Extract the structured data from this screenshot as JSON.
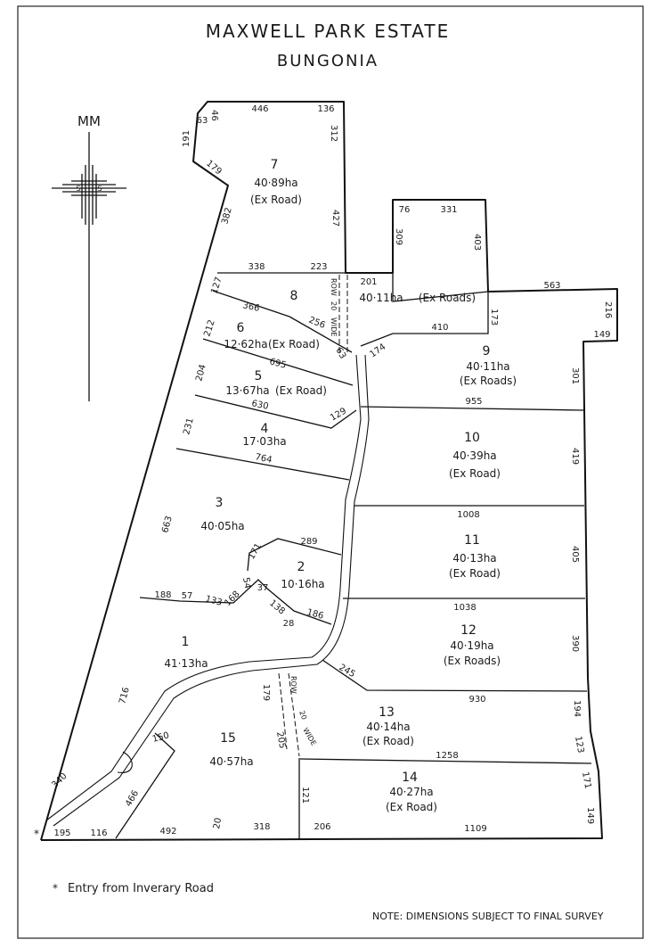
{
  "title": "MAXWELL PARK ESTATE",
  "subtitle": "BUNGONIA",
  "north": "MM",
  "footer_note": "NOTE: DIMENSIONS SUBJECT TO FINAL SURVEY",
  "entry_note": "Entry from Inverary Road",
  "entry_mark": "*",
  "lots": {
    "l1": {
      "num": "1",
      "area": "41·13ha"
    },
    "l2": {
      "num": "2",
      "area": "10·16ha"
    },
    "l3": {
      "num": "3",
      "area": "40·05ha"
    },
    "l4": {
      "num": "4",
      "area": "17·03ha"
    },
    "l5": {
      "num": "5",
      "area": "13·67ha",
      "note": "(Ex Road)"
    },
    "l6": {
      "num": "6",
      "area": "12·62ha",
      "note": "(Ex Road)"
    },
    "l7": {
      "num": "7",
      "area": "40·89ha",
      "note": "(Ex Road)"
    },
    "l8": {
      "num": "8",
      "area": "40·11ha",
      "note": "(Ex Roads)"
    },
    "l9": {
      "num": "9",
      "area": "40·11ha",
      "note": "(Ex Roads)"
    },
    "l10": {
      "num": "10",
      "area": "40·39ha",
      "note": "(Ex Road)"
    },
    "l11": {
      "num": "11",
      "area": "40·13ha",
      "note": "(Ex Road)"
    },
    "l12": {
      "num": "12",
      "area": "40·19ha",
      "note": "(Ex Roads)"
    },
    "l13": {
      "num": "13",
      "area": "40·14ha",
      "note": "(Ex Road)"
    },
    "l14": {
      "num": "14",
      "area": "40·27ha",
      "note": "(Ex Road)"
    },
    "l15": {
      "num": "15",
      "area": "40·57ha"
    }
  },
  "row_label": {
    "a": "ROW",
    "b": "20",
    "c": "WIDE"
  },
  "dims": {
    "d446": "446",
    "d136": "136",
    "d46": "46",
    "d63a": "63",
    "d191": "191",
    "d179a": "179",
    "d312": "312",
    "d427": "427",
    "d382": "382",
    "d338": "338",
    "d223": "223",
    "d76": "76",
    "d331": "331",
    "d309": "309",
    "d403": "403",
    "d201": "201",
    "d127": "127",
    "d366": "366",
    "d256": "256",
    "d212": "212",
    "d563": "563",
    "d216": "216",
    "d149a": "149",
    "d173": "173",
    "d410": "410",
    "d63b": "63",
    "d174": "174",
    "d695": "695",
    "d204": "204",
    "d630": "630",
    "d129": "129",
    "d955": "955",
    "d301": "301",
    "d231": "231",
    "d764": "764",
    "d419": "419",
    "d1008": "1008",
    "d663": "663",
    "d289": "289",
    "d171": "171",
    "d405": "405",
    "d54": "54",
    "d37": "37",
    "d138": "138",
    "d186": "186",
    "d28": "28",
    "d188": "188",
    "d57": "57",
    "d133": "133",
    "d168": "168",
    "d1038": "1038",
    "d390": "390",
    "d716": "716",
    "d245": "245",
    "d179b": "179",
    "d930": "930",
    "d194": "194",
    "d150": "150",
    "d205": "205",
    "d1258": "1258",
    "d123": "123",
    "d340": "340",
    "d466": "466",
    "d121": "121",
    "d171b": "171",
    "d149b": "149",
    "d195": "195",
    "d116": "116",
    "d492": "492",
    "d20": "20",
    "d318": "318",
    "d206": "206",
    "d1109": "1109"
  }
}
